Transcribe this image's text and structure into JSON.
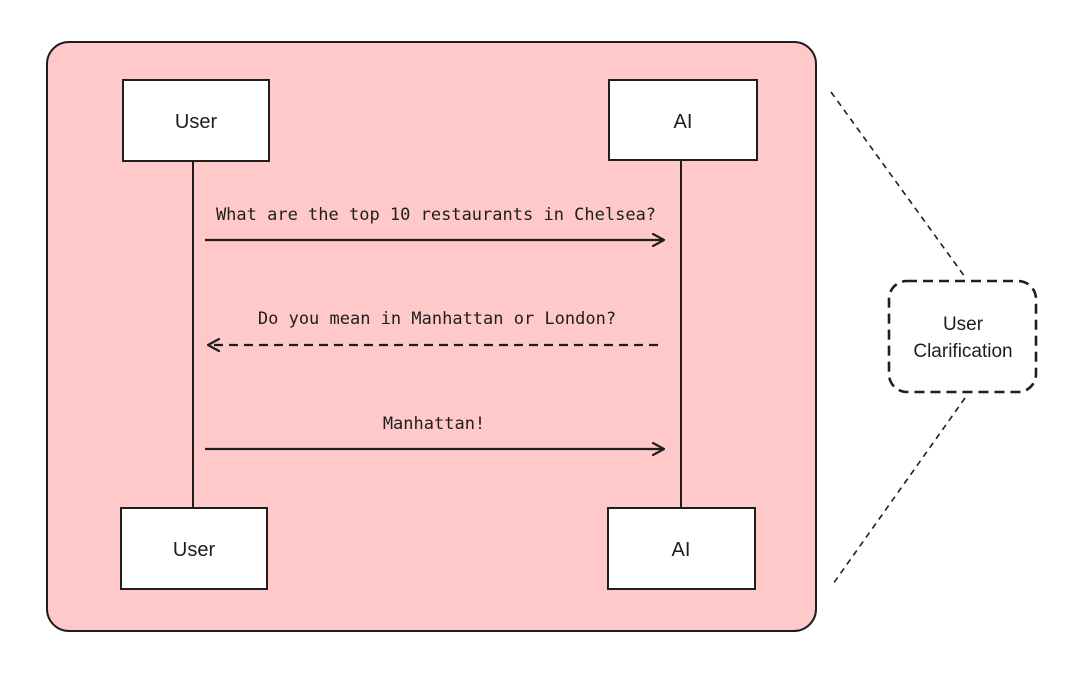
{
  "colors": {
    "frame_fill": "#ffc9c9",
    "stroke": "#1e1e1e",
    "box_fill": "#ffffff",
    "background": "#ffffff"
  },
  "participants": {
    "user_top": "User",
    "ai_top": "AI",
    "user_bottom": "User",
    "ai_bottom": "AI"
  },
  "messages": [
    {
      "text": "What are the top 10 restaurants in Chelsea?",
      "from": "User",
      "to": "AI",
      "style": "solid"
    },
    {
      "text": "Do you mean in Manhattan or London?",
      "from": "AI",
      "to": "User",
      "style": "dashed"
    },
    {
      "text": "Manhattan!",
      "from": "User",
      "to": "AI",
      "style": "solid"
    }
  ],
  "note": {
    "line1": "User",
    "line2": "Clarification"
  }
}
